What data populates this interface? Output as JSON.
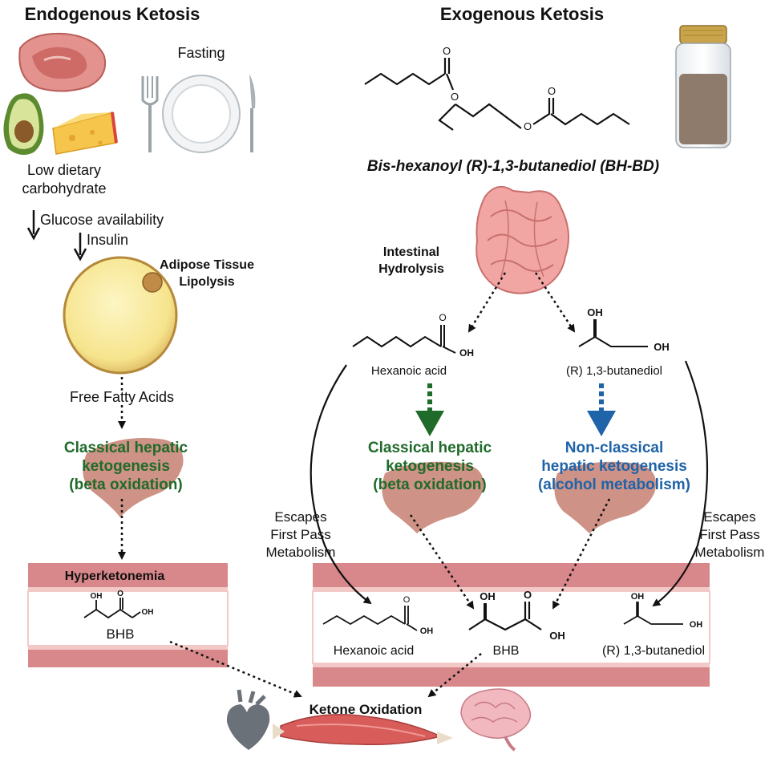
{
  "endogenous": {
    "title": "Endogenous Ketosis",
    "fasting_label": "Fasting",
    "diet_label_line1": "Low dietary",
    "diet_label_line2": "carbohydrate",
    "glucose_label": "Glucose availability",
    "insulin_label": "Insulin",
    "adipose_label_line1": "Adipose Tissue",
    "adipose_label_line2": "Lipolysis",
    "ffa_label": "Free Fatty Acids",
    "liver_label_line1": "Classical hepatic",
    "liver_label_line2": "ketogenesis",
    "liver_label_line3": "(beta oxidation)",
    "blood_title": "Hyperketonemia",
    "bhb_label": "BHB"
  },
  "exogenous": {
    "title": "Exogenous Ketosis",
    "compound_label": "Bis-hexanoyl (R)-1,3-butanediol (BH-BD)",
    "intestine_label_line1": "Intestinal",
    "intestine_label_line2": "Hydrolysis",
    "hexanoic_label": "Hexanoic acid",
    "butanediol_label": "(R) 1,3-butanediol",
    "classical_line1": "Classical hepatic",
    "classical_line2": "ketogenesis",
    "classical_line3": "(beta oxidation)",
    "nonclassical_line1": "Non-classical",
    "nonclassical_line2": "hepatic ketogenesis",
    "nonclassical_line3": "(alcohol metabolism)",
    "escape_left_line1": "Escapes",
    "escape_left_line2": "First Pass",
    "escape_left_line3": "Metabolism",
    "escape_right_line1": "Escapes",
    "escape_right_line2": "First Pass",
    "escape_right_line3": "Metabolism",
    "blood_hexanoic_label": "Hexanoic acid",
    "blood_bhb_label": "BHB",
    "blood_butanediol_label": "(R) 1,3-butanediol"
  },
  "outcome": {
    "label": "Ketone Oxidation"
  },
  "chem": {
    "o": "O",
    "oh": "OH"
  },
  "colors": {
    "green": "#1f6b2a",
    "blue": "#1f63a8",
    "liver": "#c98679",
    "blood": "#d8878a",
    "blood_light": "#f3c9c8"
  }
}
